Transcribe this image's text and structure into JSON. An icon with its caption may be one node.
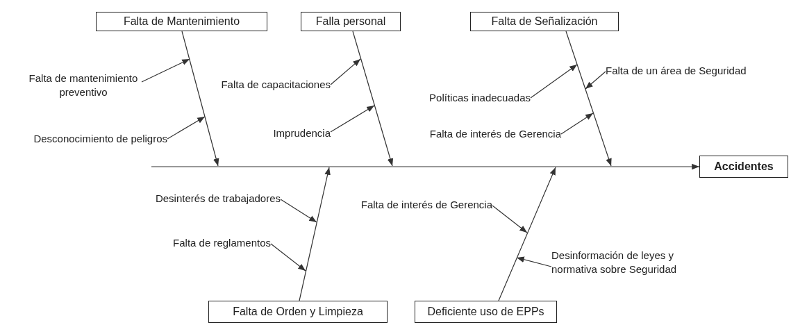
{
  "diagram": {
    "nodes": [
      {
        "text": [
          "Falta de Mantenimiento"
        ]
      },
      {
        "text": [
          "Falla personal"
        ]
      },
      {
        "text": [
          "Falta de Señalización"
        ]
      },
      {
        "text": [
          "Falta de mantenimiento preventivo"
        ]
      },
      {
        "text": [
          "Falta de capacitaciones"
        ]
      },
      {
        "text": [
          "Políticas inadecuadas"
        ]
      },
      {
        "text": [
          "Falta de un área de Seguridad"
        ]
      },
      {
        "text": [
          "Imprudencia"
        ]
      },
      {
        "text": [
          "Falta de interés de Gerencia"
        ]
      },
      {
        "text": [
          "Desconocimiento de peligros"
        ]
      },
      {
        "text": [
          "Accidentes"
        ]
      },
      {
        "text": [
          "Desinterés de trabajadores"
        ]
      },
      {
        "text": [
          "Falta de interés de Gerencia"
        ]
      },
      {
        "text": [
          "Falta de reglamentos"
        ]
      },
      {
        "text": [
          "Desinformación de leyes y normativa sobre Seguridad"
        ]
      },
      {
        "text": [
          "Falta de Orden y Limpieza"
        ]
      },
      {
        "text": [
          "Deficiente uso de EPPs"
        ]
      }
    ],
    "edges": [
      {
        "from": null,
        "to": 10,
        "arrow": "to"
      },
      {
        "from": 0,
        "to": null,
        "arrow": "to"
      },
      {
        "from": 1,
        "to": null,
        "arrow": "to"
      },
      {
        "from": 2,
        "to": null,
        "arrow": "to"
      },
      {
        "from": 15,
        "to": null,
        "arrow": "to"
      },
      {
        "from": 16,
        "to": null,
        "arrow": "to"
      },
      {
        "from": 3,
        "to": null,
        "arrow": "to"
      },
      {
        "from": 9,
        "to": null,
        "arrow": "to"
      },
      {
        "from": 4,
        "to": null,
        "arrow": "to"
      },
      {
        "from": 7,
        "to": null,
        "arrow": "to"
      },
      {
        "from": 5,
        "to": null,
        "arrow": "to"
      },
      {
        "from": 6,
        "to": null,
        "arrow": "to"
      },
      {
        "from": 8,
        "to": null,
        "arrow": "to"
      },
      {
        "from": 11,
        "to": null,
        "arrow": "to"
      },
      {
        "from": 12,
        "to": null,
        "arrow": "to"
      },
      {
        "from": 13,
        "to": null,
        "arrow": "to"
      },
      {
        "from": 14,
        "to": null,
        "arrow": "to"
      }
    ]
  }
}
